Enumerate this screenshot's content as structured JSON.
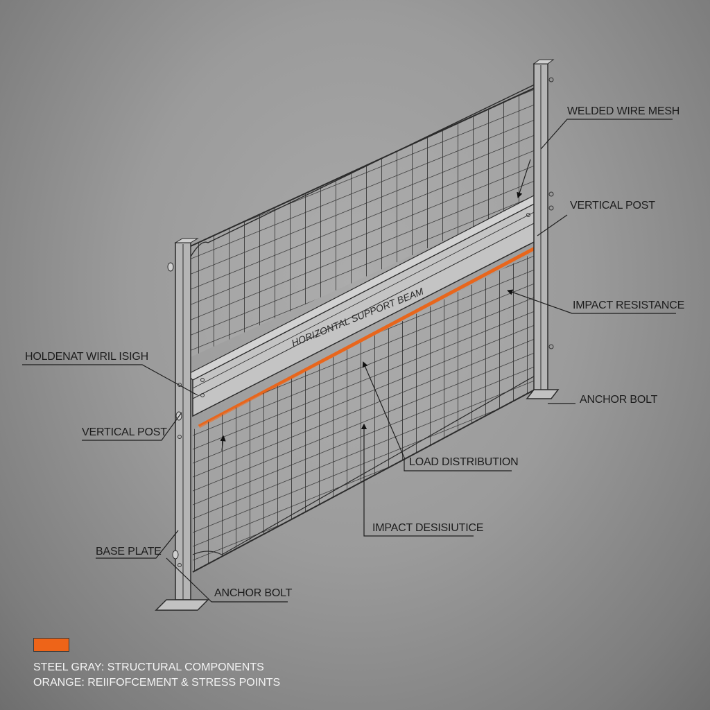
{
  "diagram": {
    "subject": "Welded wire mesh fence panel with posts and horizontal support beam",
    "beam_label": "HORIZONTAL SUPPORT BEAM",
    "labels": {
      "welded_wire_mesh": "WELDED WIRE MESH",
      "vertical_post_right": "VERTICAL POST",
      "impact_resistance": "IMPACT RESISTANCE",
      "anchor_bolt_right": "ANCHOR BOLT",
      "holdenat_wiril_isigh": "HOLDENAT WIRIL ISIGH",
      "vertical_post_left": "VERTICAL POST",
      "load_distribution": "LOAD DISTRIBUTION",
      "impact_desisiutice": "IMPACT DESISIUTICE",
      "base_plate": "BASE PLATE",
      "anchor_bolt_left": "ANCHOR BOLT"
    },
    "colors": {
      "steel_gray": "#a8a8a8",
      "orange": "#e8661c",
      "line": "#2b2b2b",
      "background": "#9b9b9b"
    }
  },
  "legend": {
    "swatch_color": "#ee6418",
    "line1": "STEEL GRAY: STRUCTURAL COMPONENTS",
    "line2": "ORANGE: REIIFOFCEMENT & STRESS POINTS"
  }
}
